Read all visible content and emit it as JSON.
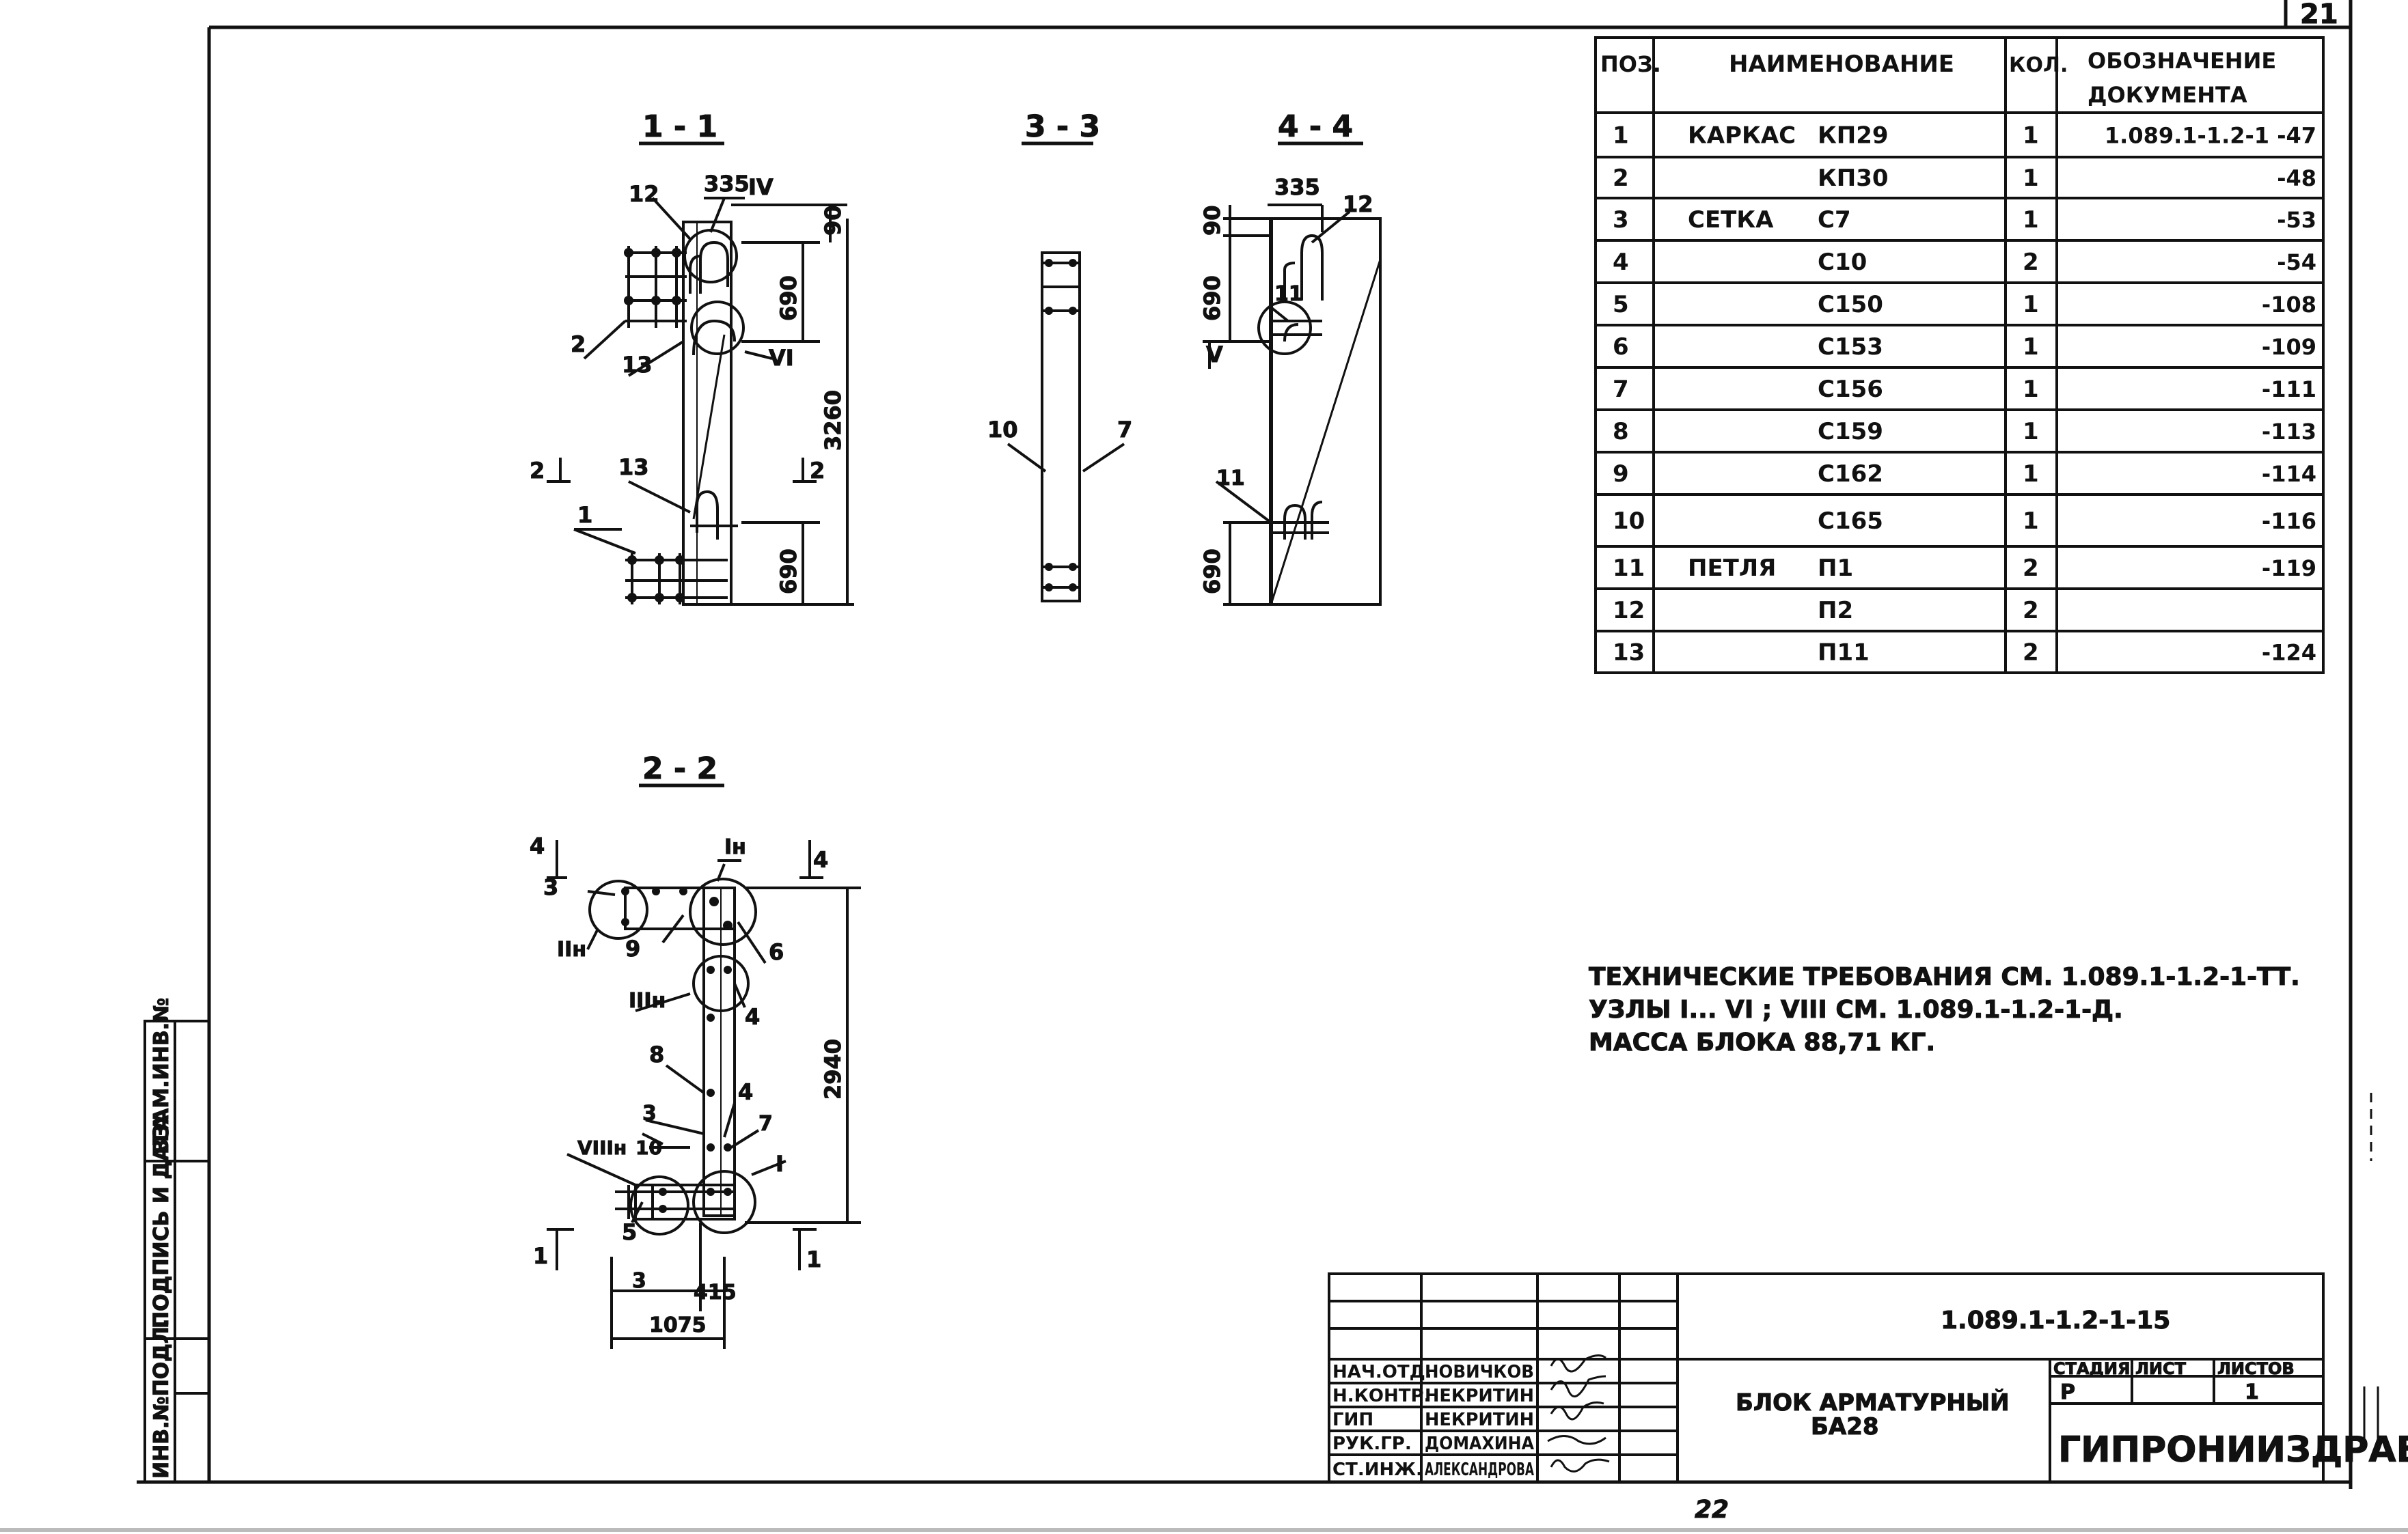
{
  "sheet_number": "21",
  "bottom_note": "22",
  "sections": {
    "s11": "1 - 1",
    "s22": "2 - 2",
    "s33": "3 - 3",
    "s44": "4 - 4"
  },
  "dims": {
    "d335a": "335",
    "d90a": "90",
    "d690a": "690",
    "d3260": "3260",
    "d690b": "690",
    "d335b": "335",
    "d90b": "90",
    "d690c": "690",
    "d690d": "690",
    "d2940": "2940",
    "d415": "415",
    "d1075": "1075"
  },
  "callouts": {
    "c12a": "12",
    "cIVa": "IV",
    "c2": "2",
    "c13a": "13",
    "cVI": "VI",
    "c2sa": "2",
    "c13b": "13",
    "c2sb": "2",
    "c1a": "1",
    "c10": "10",
    "c7a": "7",
    "c12b": "12",
    "c11a": "11",
    "cV": "V",
    "c11b": "11",
    "c4a": "4",
    "c3a": "3",
    "cIH": "Iн",
    "c4b": "4",
    "cIIH": "IIн",
    "c9": "9",
    "c6": "6",
    "cIIIH": "IIIн",
    "c4c": "4",
    "c8": "8",
    "c3b": "3",
    "c4d": "4",
    "cVIIIH": "VIIIн",
    "c10b": "10",
    "c7b": "7",
    "cI": "I",
    "c5": "5",
    "c1b": "1",
    "c3c": "3",
    "c1c": "1"
  },
  "spec_table": {
    "headers": [
      "ПОЗ.",
      "НАИМЕНОВАНИЕ",
      "КОЛ.",
      "ОБОЗНАЧЕНИЕ ДОКУМЕНТА"
    ],
    "rows": [
      {
        "pos": "1",
        "group": "КАРКАС",
        "name": "КП29",
        "qty": "1",
        "doc": "1.089.1-1.2-1 -47"
      },
      {
        "pos": "2",
        "group": "",
        "name": "КП30",
        "qty": "1",
        "doc": "-48"
      },
      {
        "pos": "3",
        "group": "СЕТКА",
        "name": "С7",
        "qty": "1",
        "doc": "-53"
      },
      {
        "pos": "4",
        "group": "",
        "name": "С10",
        "qty": "2",
        "doc": "-54"
      },
      {
        "pos": "5",
        "group": "",
        "name": "С150",
        "qty": "1",
        "doc": "-108"
      },
      {
        "pos": "6",
        "group": "",
        "name": "С153",
        "qty": "1",
        "doc": "-109"
      },
      {
        "pos": "7",
        "group": "",
        "name": "С156",
        "qty": "1",
        "doc": "-111"
      },
      {
        "pos": "8",
        "group": "",
        "name": "С159",
        "qty": "1",
        "doc": "-113"
      },
      {
        "pos": "9",
        "group": "",
        "name": "С162",
        "qty": "1",
        "doc": "-114"
      },
      {
        "pos": "10",
        "group": "",
        "name": "С165",
        "qty": "1",
        "doc": "-116"
      },
      {
        "pos": "11",
        "group": "ПЕТЛЯ",
        "name": "П1",
        "qty": "2",
        "doc": "-119"
      },
      {
        "pos": "12",
        "group": "",
        "name": "П2",
        "qty": "2",
        "doc": ""
      },
      {
        "pos": "13",
        "group": "",
        "name": "П11",
        "qty": "2",
        "doc": "-124"
      }
    ]
  },
  "notes": {
    "line1": "ТЕХНИЧЕСКИЕ ТРЕБОВАНИЯ СМ. 1.089.1-1.2-1-ТТ.",
    "line2": "УЗЛЫ I... VI ; VIII СМ. 1.089.1-1.2-1-Д.",
    "line3": "МАССА БЛОКА 88,71 КГ."
  },
  "stamp": {
    "left_labels": [
      "ИНВ.№ПОДЛ.",
      "ПОДПИСЬ И ДАТА",
      "ВЗАМ.ИНВ.№"
    ],
    "doc_code": "1.089.1-1.2-1-15",
    "roles": [
      "НАЧ.ОТД.",
      "Н.КОНТР.",
      "ГИП",
      "РУК.ГР.",
      "СТ.ИНЖ."
    ],
    "names": [
      "НОВИЧКОВ",
      "НЕКРИТИН",
      "НЕКРИТИН",
      "ДОМАХИНА",
      "АЛЕКСАНДРОВА"
    ],
    "title1": "БЛОК АРМАТУРНЫЙ",
    "title2": "БА28",
    "stage_label": "СТАДИЯ",
    "sheet_label": "ЛИСТ",
    "sheets_label": "ЛИСТОВ",
    "stage": "Р",
    "sheet": "",
    "sheets": "1",
    "org": "ГИПРОНИИЗДРАВ"
  }
}
